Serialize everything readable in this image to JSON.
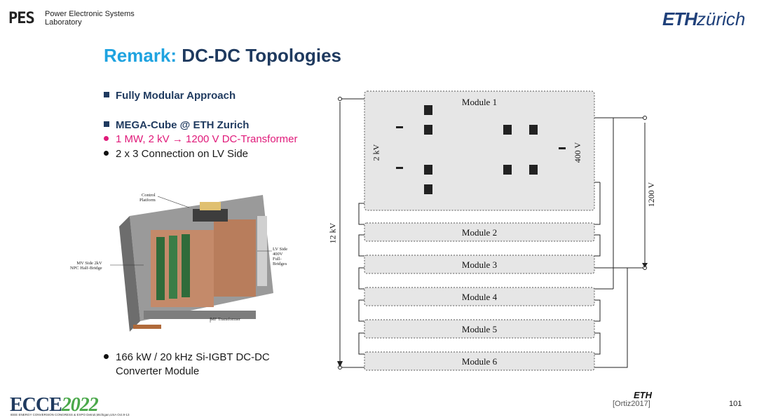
{
  "header": {
    "pes_logo": "PES",
    "lab_line1": "Power Electronic Systems",
    "lab_line2": "Laboratory",
    "eth_bold": "ETH",
    "eth_rest": "zürich"
  },
  "title": {
    "accent": "Remark:",
    "main": "DC-DC Topologies"
  },
  "bullets": [
    {
      "text": "Fully Modular Approach"
    },
    {
      "text": "MEGA-Cube @ ETH Zurich"
    },
    {
      "text": "1 MW, 2 kV → 1200 V DC-Transformer"
    },
    {
      "text": "2 x 3 Connection on LV Side"
    },
    {
      "line1": "166 kW / 20 kHz  Si-IGBT DC-DC",
      "line2": "Converter Module"
    }
  ],
  "photo_labels": {
    "control_1": "Control",
    "control_2": "Platform",
    "lv_1": "LV Side 400V",
    "lv_2": "Full-Bridges",
    "mv_1": "MV Side 2kV",
    "mv_2": "NPC Half-Bridge",
    "mf": "MF Transformer"
  },
  "diagram": {
    "modules": [
      "Module 1",
      "Module 2",
      "Module 3",
      "Module 4",
      "Module 5",
      "Module 6"
    ],
    "v_2kv": "2 kV",
    "v_400v": "400 V",
    "v_12kv": "12 kV",
    "v_1200v": "1200 V"
  },
  "footer": {
    "ecce": "ECCE",
    "ecce_year": "2022",
    "ecce_sub": "IEEE ENERGY CONVERSION CONGRESS & EXPO  Detroit,Michigan,USA Oct.9-13",
    "eth": "ETH",
    "citation": "[Ortiz2017]",
    "page": "101"
  },
  "colors": {
    "accent": "#1fa3e0",
    "title": "#1f3a5f",
    "highlight": "#e01a7a",
    "eth_blue": "#1f407a"
  }
}
